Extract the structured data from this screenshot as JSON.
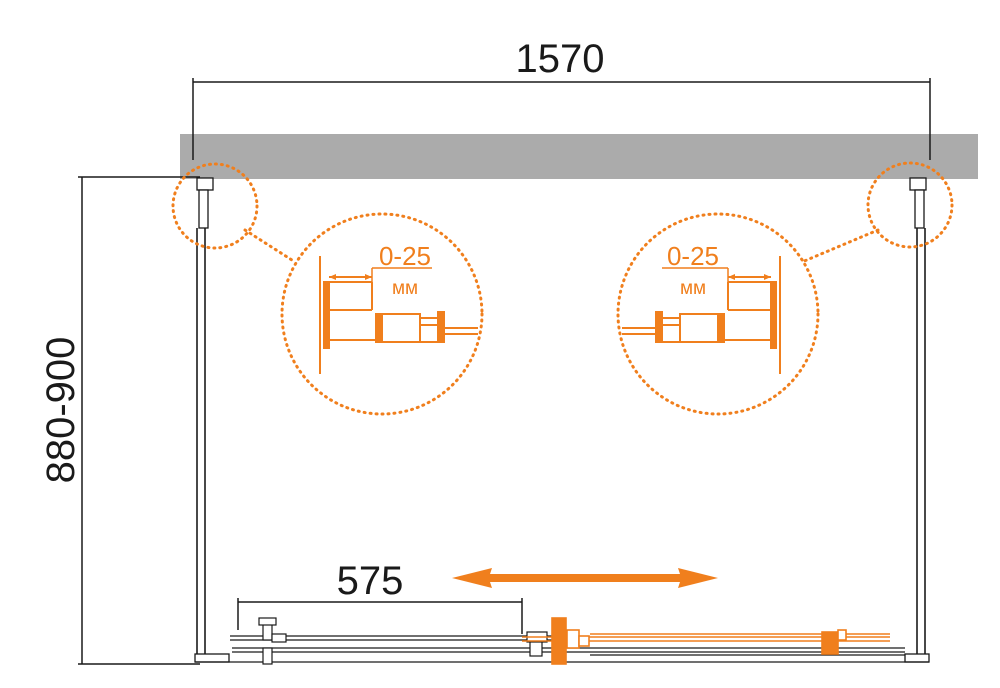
{
  "dimensions": {
    "total_width": "1570",
    "depth_range": "880-900",
    "door_opening": "575"
  },
  "details": {
    "left": {
      "range": "0-25",
      "unit": "мм"
    },
    "right": {
      "range": "0-25",
      "unit": "мм"
    }
  },
  "colors": {
    "accent": "#f07f1d",
    "wall": "#ababab",
    "line": "#1a1a1a"
  }
}
